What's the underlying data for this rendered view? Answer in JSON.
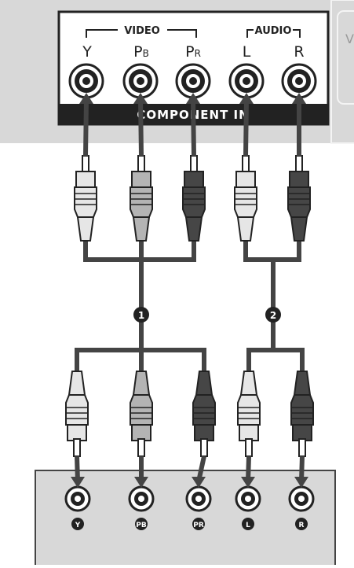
{
  "panel": {
    "title": "COMPONENT IN",
    "video_group_label": "VIDEO",
    "audio_group_label": "AUDIO",
    "ports": [
      {
        "main": "Y",
        "sub": ""
      },
      {
        "main": "P",
        "sub": "B"
      },
      {
        "main": "P",
        "sub": "R"
      },
      {
        "main": "L",
        "sub": ""
      },
      {
        "main": "R",
        "sub": ""
      }
    ],
    "side_text": "V"
  },
  "cables": [
    {
      "number": "1"
    },
    {
      "number": "2"
    }
  ],
  "plug_colors": [
    "#e6e6e6",
    "#b4b4b4",
    "#464646",
    "#e6e6e6",
    "#464646"
  ],
  "device": {
    "jack_labels": [
      "Y",
      "PB",
      "PR",
      "L",
      "R"
    ]
  }
}
